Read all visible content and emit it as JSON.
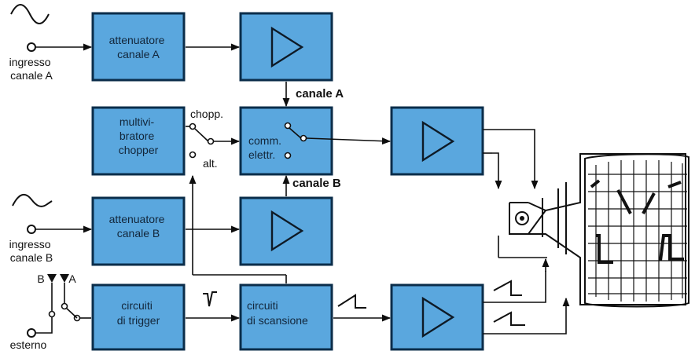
{
  "blocks": {
    "att_a": [
      "attenuatore",
      "canale A"
    ],
    "multivibratore": [
      "multivi-",
      "bratore",
      "chopper"
    ],
    "commutatore": [
      "comm.",
      "elettr."
    ],
    "att_b": [
      "attenuatore",
      "canale B"
    ],
    "trigger": [
      "circuiti",
      "di trigger"
    ],
    "scansione": [
      "circuiti",
      "di scansione"
    ]
  },
  "inputs": {
    "a": [
      "ingresso",
      "canale A"
    ],
    "b": [
      "ingresso",
      "canale B"
    ],
    "ext": "esterno",
    "trigger_b": "B",
    "trigger_a": "A"
  },
  "switch": {
    "chopp": "chopp.",
    "alt": "alt."
  },
  "channels": {
    "a": "canale A",
    "b": "canale B"
  },
  "colors": {
    "block_fill": "#5aa7de",
    "block_border": "#0b2d4a"
  }
}
